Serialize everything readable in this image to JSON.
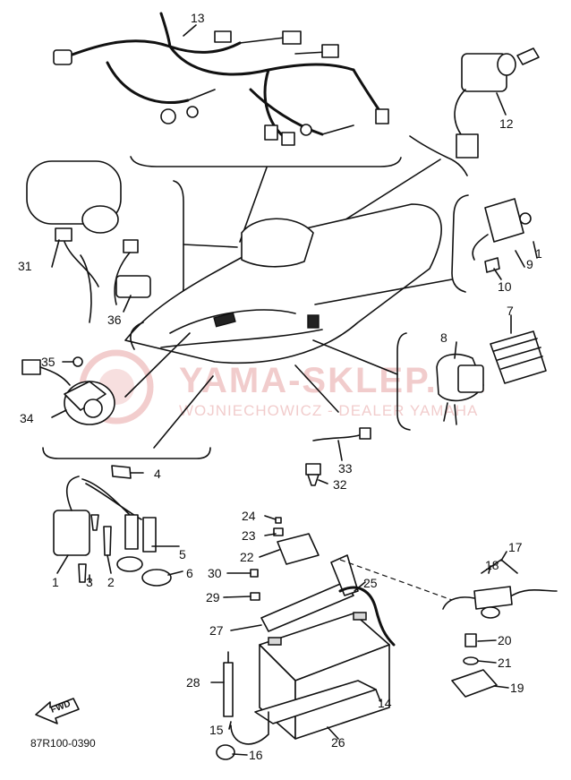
{
  "watermark": {
    "brand": "YAMA-SKLEP.PL",
    "subtitle": "WOJNIECHOWICZ - DEALER YAMAHA"
  },
  "diagram_code": "87R100-0390",
  "fwd_arrow": {
    "text": "FWD"
  },
  "callouts": [
    {
      "id": "c1",
      "text": "1"
    },
    {
      "id": "c1b",
      "text": "1"
    },
    {
      "id": "c2",
      "text": "2"
    },
    {
      "id": "c3",
      "text": "3"
    },
    {
      "id": "c4",
      "text": "4"
    },
    {
      "id": "c5",
      "text": "5"
    },
    {
      "id": "c6",
      "text": "6"
    },
    {
      "id": "c7",
      "text": "7"
    },
    {
      "id": "c8",
      "text": "8"
    },
    {
      "id": "c9",
      "text": "9"
    },
    {
      "id": "c10",
      "text": "10"
    },
    {
      "id": "c12",
      "text": "12"
    },
    {
      "id": "c13",
      "text": "13"
    },
    {
      "id": "c14",
      "text": "14"
    },
    {
      "id": "c15",
      "text": "15"
    },
    {
      "id": "c16",
      "text": "16"
    },
    {
      "id": "c17",
      "text": "17"
    },
    {
      "id": "c18",
      "text": "18"
    },
    {
      "id": "c19",
      "text": "19"
    },
    {
      "id": "c20",
      "text": "20"
    },
    {
      "id": "c21",
      "text": "21"
    },
    {
      "id": "c22",
      "text": "22"
    },
    {
      "id": "c23",
      "text": "23"
    },
    {
      "id": "c24",
      "text": "24"
    },
    {
      "id": "c25",
      "text": "25"
    },
    {
      "id": "c26",
      "text": "26"
    },
    {
      "id": "c27",
      "text": "27"
    },
    {
      "id": "c28",
      "text": "28"
    },
    {
      "id": "c29",
      "text": "29"
    },
    {
      "id": "c30",
      "text": "30"
    },
    {
      "id": "c31",
      "text": "31"
    },
    {
      "id": "c32",
      "text": "32"
    },
    {
      "id": "c33",
      "text": "33"
    },
    {
      "id": "c34",
      "text": "34"
    },
    {
      "id": "c35",
      "text": "35"
    },
    {
      "id": "c36",
      "text": "36"
    }
  ]
}
